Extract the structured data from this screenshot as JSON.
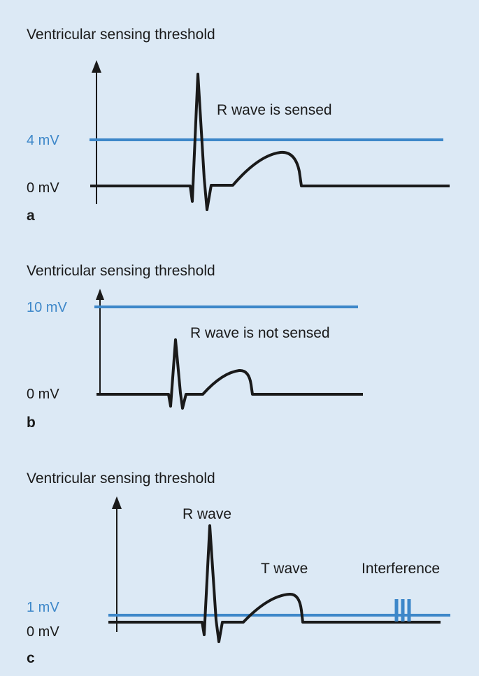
{
  "colors": {
    "background": "#dce9f5",
    "threshold_line": "#3d87c9",
    "trace": "#1a1a1a",
    "text": "#1a1a1a"
  },
  "panels": [
    {
      "id": "a",
      "title": "Ventricular sensing threshold",
      "threshold_label": "4 mV",
      "baseline_label": "0 mV",
      "annotation": "R wave is sensed",
      "panel_letter": "a",
      "r_wave_sensed": true
    },
    {
      "id": "b",
      "title": "Ventricular sensing threshold",
      "threshold_label": "10 mV",
      "baseline_label": "0 mV",
      "annotation": "R wave is not sensed",
      "panel_letter": "b",
      "r_wave_sensed": false
    },
    {
      "id": "c",
      "title": "Ventricular sensing threshold",
      "threshold_label": "1 mV",
      "baseline_label": "0 mV",
      "r_wave_label": "R wave",
      "t_wave_label": "T wave",
      "interference_label": "Interference",
      "panel_letter": "c"
    }
  ]
}
